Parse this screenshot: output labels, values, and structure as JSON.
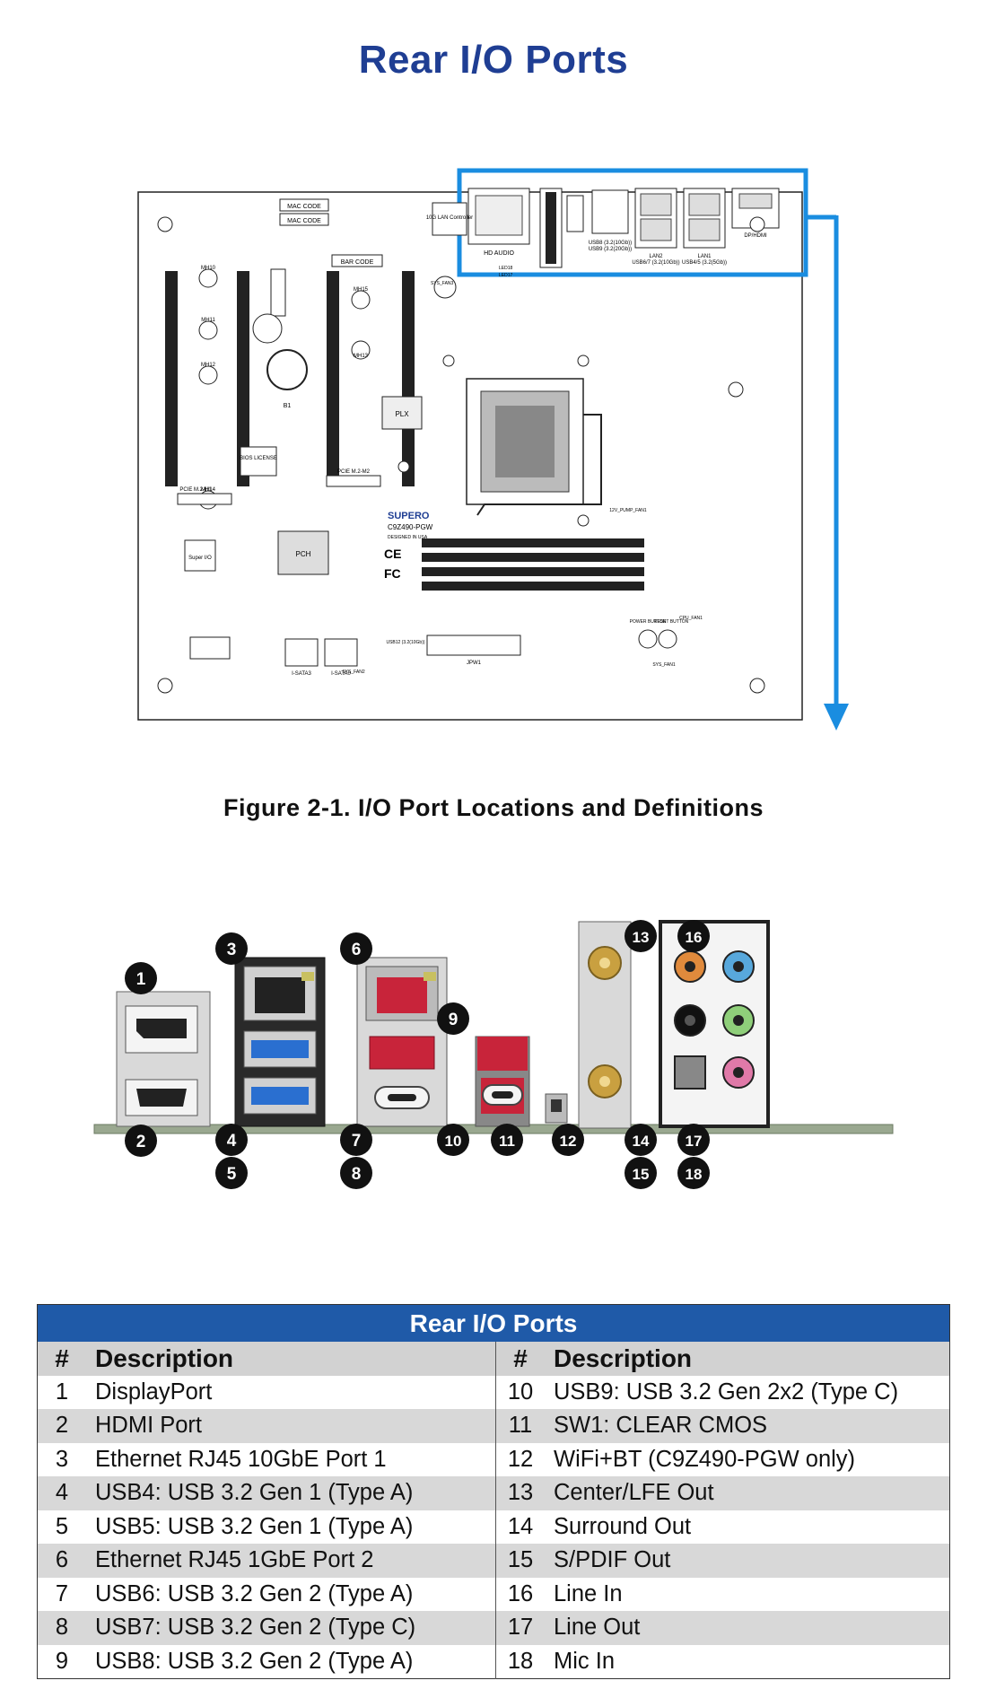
{
  "page": {
    "title": "Rear I/O Ports",
    "figure_caption": "Figure 2-1. I/O Port Locations and Definitions"
  },
  "board": {
    "labels": {
      "mac_code": "MAC CODE",
      "bar_code": "BAR CODE",
      "lan_controller": "10G LAN Controller",
      "plx": "PLX",
      "pch": "PCH",
      "super_io": "Super I/O",
      "bios_license": "BIOS LICENSE",
      "brand": "SUPERO",
      "model": "C9Z490-PGW",
      "designed": "DESIGNED IN USA",
      "ce": "CE",
      "fc": "FC",
      "hd_audio": "HD AUDIO",
      "usb_a": "USB8 (3.2(10Gb))",
      "usb_b": "USB9 (3.2(20Gb))",
      "lan2": "LAN2",
      "usb67": "USB6/7 (3.2(10Gb))",
      "lan1": "LAN1",
      "usb45": "USB4/5 (3.2(5Gb))",
      "dp_hdmi": "DP/HDMI",
      "pcie_m2_h1": "PCIE M.2-H1",
      "pcie_m2_m2": "PCIE M.2-M2",
      "b1": "B1",
      "jpw1": "JPW1",
      "cpu_fan": "CPU_FAN1",
      "sys_fan1": "SYS_FAN1",
      "sys_fan2": "SYS_FAN2",
      "sys_fan3": "SYS_FAN3",
      "power_button": "POWER BUTTON",
      "reset_button": "RESET BUTTON",
      "led17": "LED17",
      "led18": "LED18",
      "pump": "12V_PUMP_FAN1",
      "usb12": "USB12 (3.2(10Gb))",
      "sata": "I-SATA3",
      "sata2": "I-SATA0",
      "mh10": "MH10",
      "mh11": "MH11",
      "mh12": "MH12",
      "mh13": "MH13",
      "mh14": "MH14",
      "mh15": "MH15"
    }
  },
  "io_panel": {
    "callouts": [
      "1",
      "2",
      "3",
      "4",
      "5",
      "6",
      "7",
      "8",
      "9",
      "10",
      "11",
      "12",
      "13",
      "14",
      "15",
      "16",
      "17",
      "18"
    ],
    "colors": {
      "usb3_blue": "#2a6fd0",
      "usb_red": "#c8243a",
      "audio_orange": "#e08a3c",
      "audio_blue": "#58a8dc",
      "audio_black": "#111111",
      "audio_green": "#8fcf7a",
      "audio_pink": "#e079a8",
      "gold": "#c9a040"
    }
  },
  "table": {
    "title": "Rear I/O Ports",
    "headers": {
      "num": "#",
      "desc": "Description"
    },
    "left": [
      {
        "num": "1",
        "desc": "DisplayPort"
      },
      {
        "num": "2",
        "desc": "HDMI Port"
      },
      {
        "num": "3",
        "desc": "Ethernet RJ45 10GbE Port 1"
      },
      {
        "num": "4",
        "desc": "USB4: USB 3.2 Gen 1 (Type A)"
      },
      {
        "num": "5",
        "desc": "USB5: USB 3.2 Gen 1 (Type A)"
      },
      {
        "num": "6",
        "desc": "Ethernet RJ45 1GbE Port 2"
      },
      {
        "num": "7",
        "desc": "USB6: USB 3.2 Gen 2 (Type A)"
      },
      {
        "num": "8",
        "desc": "USB7: USB 3.2 Gen 2 (Type C)"
      },
      {
        "num": "9",
        "desc": "USB8: USB 3.2 Gen 2 (Type A)"
      }
    ],
    "right": [
      {
        "num": "10",
        "desc": "USB9: USB 3.2 Gen 2x2 (Type C)"
      },
      {
        "num": "11",
        "desc": "SW1: CLEAR CMOS"
      },
      {
        "num": "12",
        "desc": "WiFi+BT (C9Z490-PGW only)"
      },
      {
        "num": "13",
        "desc": "Center/LFE Out"
      },
      {
        "num": "14",
        "desc": "Surround Out"
      },
      {
        "num": "15",
        "desc": "S/PDIF Out"
      },
      {
        "num": "16",
        "desc": "Line In"
      },
      {
        "num": "17",
        "desc": "Line Out"
      },
      {
        "num": "18",
        "desc": "Mic In"
      }
    ]
  }
}
